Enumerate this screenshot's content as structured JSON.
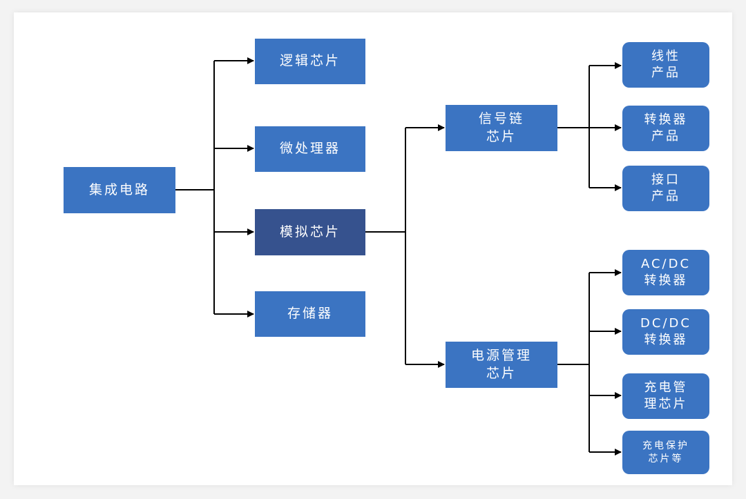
{
  "diagram": {
    "root": "集成电路",
    "level1": {
      "logic": "逻辑芯片",
      "micro": "微处理器",
      "analog": "模拟芯片",
      "memory": "存储器"
    },
    "level2": {
      "signal": "信号链\n芯片",
      "power": "电源管理\n芯片"
    },
    "level3": {
      "linear": "线性\n产品",
      "converter": "转换器\n产品",
      "interface": "接口\n产品",
      "acdc": "AC/DC\n转换器",
      "dcdc": "DC/DC\n转换器",
      "charge_mgmt": "充电管\n理芯片",
      "charge_protect": "充电保护\n芯片等"
    }
  },
  "colors": {
    "node_fill": "#3b74c2",
    "highlight_fill": "#36528e",
    "connector": "#000000",
    "text": "#ffffff"
  }
}
